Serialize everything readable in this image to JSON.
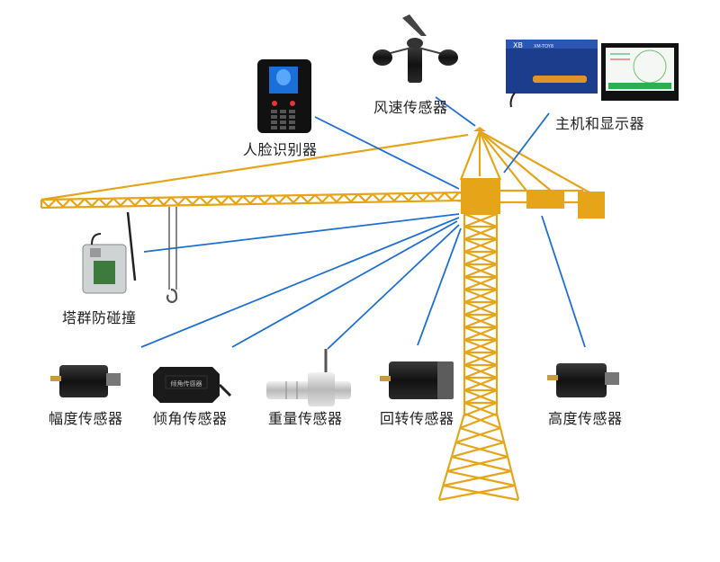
{
  "labels": {
    "wind": "风速传感器",
    "host": "主机和显示器",
    "face": "人脸识别器",
    "anticollision": "塔群防碰撞",
    "amplitude": "幅度传感器",
    "tilt": "倾角传感器",
    "weight": "重量传感器",
    "rotation": "回转传感器",
    "height": "高度传感器"
  },
  "device_texts": {
    "tilt_sensor_print": "倾角传感器",
    "host_brand": "XB",
    "host_model": "XM-TOY8"
  },
  "colors": {
    "crane": "#e6a419",
    "link": "#1f6fd1",
    "text": "#222222"
  }
}
